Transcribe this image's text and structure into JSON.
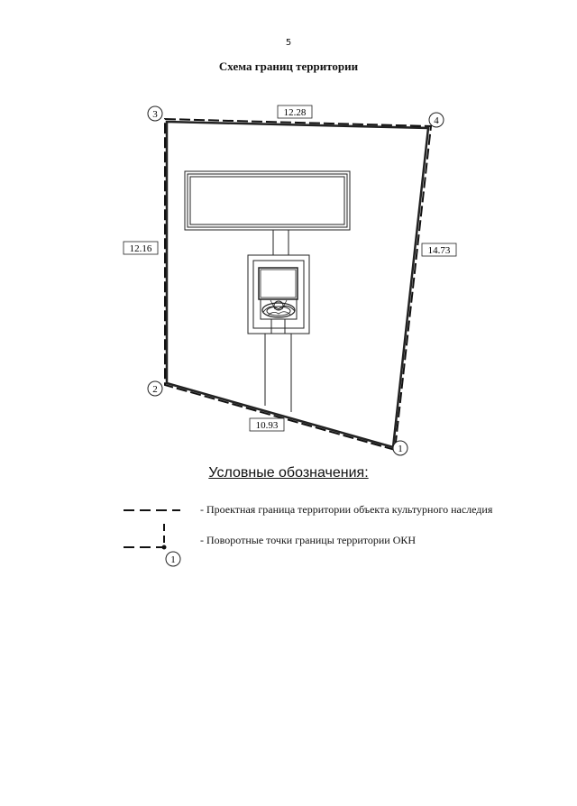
{
  "page_number": "5",
  "title": "Схема границ территории",
  "points": {
    "p1": "1",
    "p2": "2",
    "p3": "3",
    "p4": "4"
  },
  "dimensions": {
    "top": "12.28",
    "left": "12.16",
    "right": "14.73",
    "bottom": "10.93"
  },
  "legend": {
    "title": "Условные обозначения:",
    "boundary_label": "- Проектная граница территории объекта культурного наследия",
    "turning_points_label": "- Поворотные точки границы территории ОКН",
    "turning_point_number": "1"
  }
}
